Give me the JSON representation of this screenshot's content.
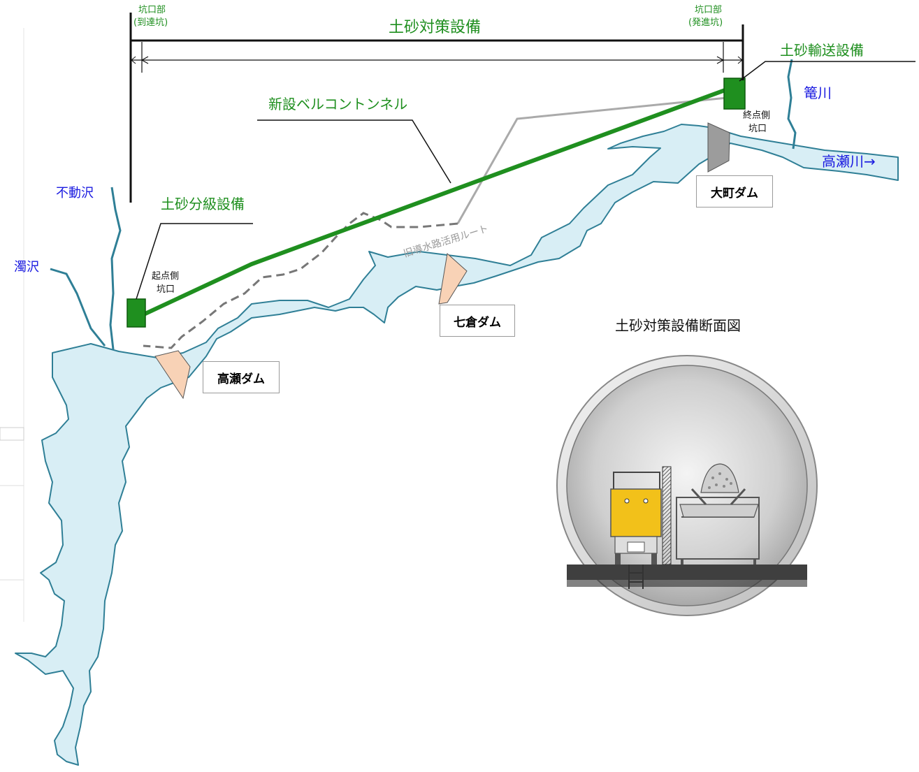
{
  "header": {
    "left_portal_line1": "坑口部",
    "left_portal_line2": "(到達坑)",
    "right_portal_line1": "坑口部",
    "right_portal_line2": "(発進坑)",
    "span_label": "土砂対策設備"
  },
  "facilities": {
    "transport": "土砂輸送設備",
    "tunnel": "新設ベルコントンネル",
    "classification": "土砂分級設備",
    "old_route": "旧導水路活用ルート"
  },
  "portals": {
    "start_line1": "起点側",
    "start_line2": "坑口",
    "end_line1": "終点側",
    "end_line2": "坑口"
  },
  "rivers": {
    "fudosawa": "不動沢",
    "nigorisawa": "濁沢",
    "kagokawa": "篭川",
    "takasegawa": "高瀬川→"
  },
  "dams": {
    "takase": "高瀬ダム",
    "nanakura": "七倉ダム",
    "omachi": "大町ダム"
  },
  "section": {
    "title": "土砂対策設備断面図"
  },
  "colors": {
    "facility_green": "#1f8f1f",
    "water_fill": "#d8eef5",
    "river_line": "#2f7f96",
    "dam_fill": "#f8d2b6",
    "river_label": "#1a1ae0"
  }
}
